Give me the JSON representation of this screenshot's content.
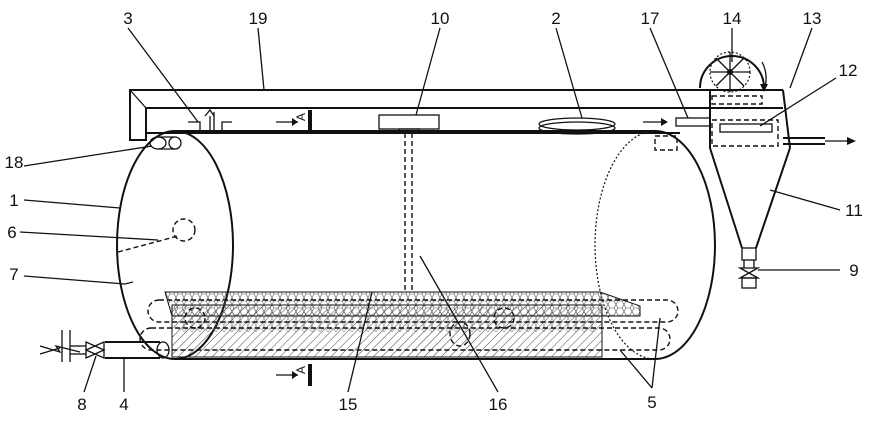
{
  "labels": {
    "l1": "1",
    "l2": "2",
    "l3": "3",
    "l4": "4",
    "l5": "5",
    "l6": "6",
    "l7": "7",
    "l8": "8",
    "l9": "9",
    "l10": "10",
    "l11": "11",
    "l12": "12",
    "l13": "13",
    "l14": "14",
    "l15": "15",
    "l16": "16",
    "l17": "17",
    "l18": "18",
    "l19": "19"
  },
  "section_marks": {
    "top": "A",
    "bottom": "A"
  }
}
